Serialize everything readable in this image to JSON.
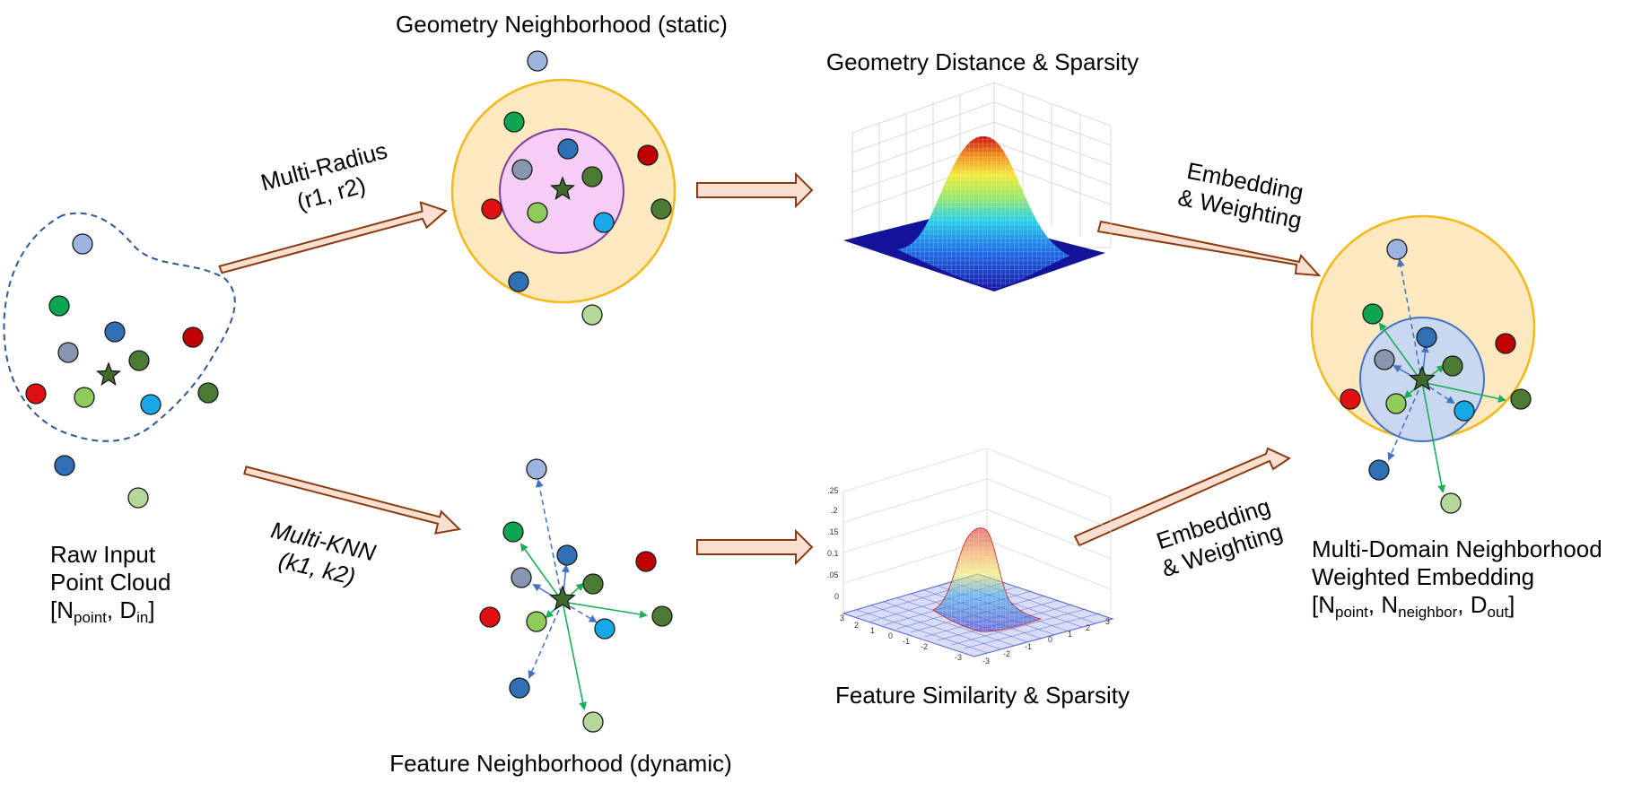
{
  "labels": {
    "raw_input": {
      "line1": "Raw Input",
      "line2": "Point Cloud",
      "n": "N",
      "n_sub": "point",
      "sep": ", ",
      "d": "D",
      "d_sub": "in"
    },
    "multi_radius": {
      "line1": "Multi-Radius",
      "line2": "(r1, r2)"
    },
    "multi_knn": {
      "line1": "Multi-KNN",
      "line2": "(k1, k2)"
    },
    "geometry_neighborhood": "Geometry Neighborhood (static)",
    "feature_neighborhood": "Feature Neighborhood (dynamic)",
    "geometry_distance": "Geometry Distance & Sparsity",
    "feature_similarity": "Feature Similarity & Sparsity",
    "embedding_top": {
      "line1": "Embedding",
      "line2": "& Weighting"
    },
    "embedding_bottom": {
      "line1": "Embedding",
      "line2": "& Weighting"
    },
    "output": {
      "line1": "Multi-Domain Neighborhood",
      "line2": "Weighted Embedding",
      "n": "N",
      "n_sub": "point",
      "nb": "N",
      "nb_sub": "neighbor",
      "d": "D",
      "d_sub": "out",
      "sep": ", "
    }
  },
  "plot_ticks": {
    "feature_z": [
      ".25",
      ".2",
      ".15",
      "0.1",
      ".05",
      "0"
    ],
    "feature_x": [
      "3",
      "2",
      "1",
      "0",
      "-1",
      "-2",
      "-3"
    ],
    "feature_y": [
      "-3",
      "-2",
      "-1",
      "0",
      "1",
      "2",
      "3"
    ]
  },
  "colors": {
    "light_blue": "#9DB4E0",
    "green": "#0EA551",
    "blue": "#2F6FB4",
    "gray_blue": "#8797B0",
    "dark_green": "#4B7A33",
    "red": "#E01010",
    "yellow_green": "#8FCC5A",
    "cyan": "#18A8E8",
    "dark_red": "#C00000",
    "pale_green": "#B5D89A",
    "star": "#3E6B2C",
    "arrow_fill": "#FBE0D2",
    "arrow_stroke": "#8B3A10",
    "outer_circle_fill": "#FDE9C0",
    "outer_circle_stroke": "#F3B81A",
    "geo_inner_fill": "#F6CDF4",
    "geo_inner_stroke": "#7B3FA0",
    "out_inner_fill": "#C9D8F0",
    "out_inner_stroke": "#4472C4",
    "green_arrow": "#1AAE57",
    "blue_arrow": "#4472C4",
    "dashed_outline": "#2E5894"
  }
}
